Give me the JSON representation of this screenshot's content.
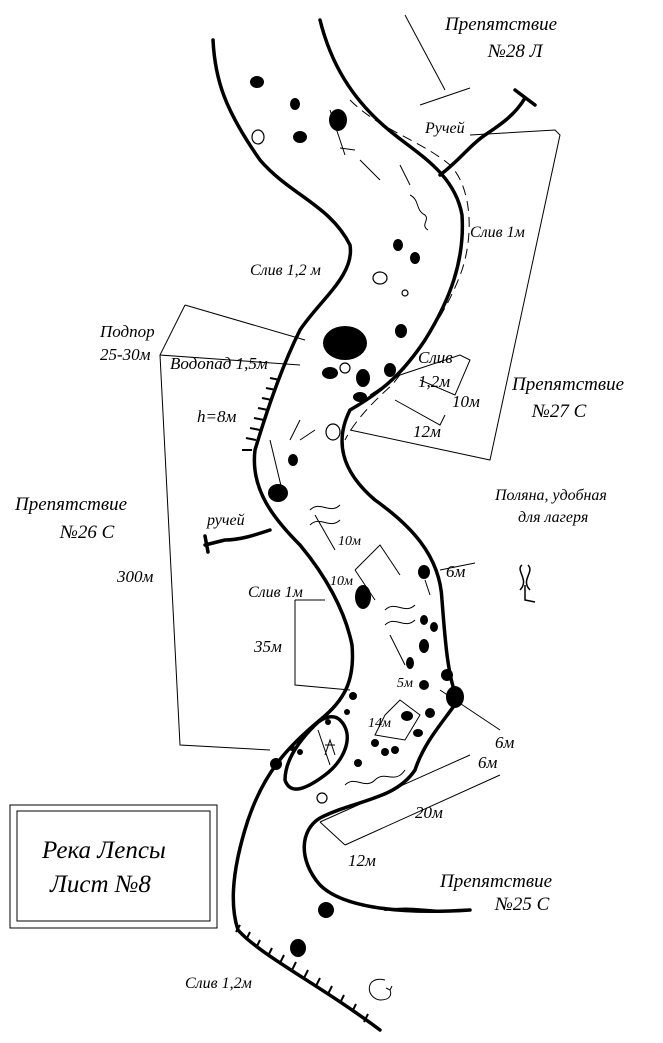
{
  "title_box": {
    "line1": "Река Лепсы",
    "line2": "Лист №8"
  },
  "obstacles": [
    {
      "line1": "Препятствие",
      "line2": "№28 Л"
    },
    {
      "line1": "Препятствие",
      "line2": "№27 С"
    },
    {
      "line1": "Препятствие",
      "line2": "№26 С"
    },
    {
      "line1": "Препятствие",
      "line2": "№25 С"
    }
  ],
  "labels": {
    "stream_top": "Ручей",
    "drop_1m_top": "Слив 1м",
    "drop_1_2m": "Слив 1,2 м",
    "backwater_1": "Подпор",
    "backwater_2": "25-30м",
    "waterfall": "Водопад 1,5м",
    "drop_right_1": "Слив",
    "drop_right_2": "1,2м",
    "dist_10m_right": "10м",
    "dist_12m_right": "12м",
    "cliff_height": "h=8м",
    "glade_1": "Поляна, удобная",
    "glade_2": "для лагеря",
    "stream_left": "ручей",
    "dist_10m_a": "10м",
    "dist_10m_b": "10м",
    "dist_6m_a": "6м",
    "dist_300m": "300м",
    "drop_1m_mid": "Слив 1м",
    "dist_35m": "35м",
    "dist_5m": "5м",
    "dist_14m": "14м",
    "dist_6m_b": "6м",
    "dist_6m_c": "6м",
    "dist_20m": "20м",
    "dist_12m_bottom": "12м",
    "drop_1_2m_bottom": "Слив 1,2м"
  }
}
